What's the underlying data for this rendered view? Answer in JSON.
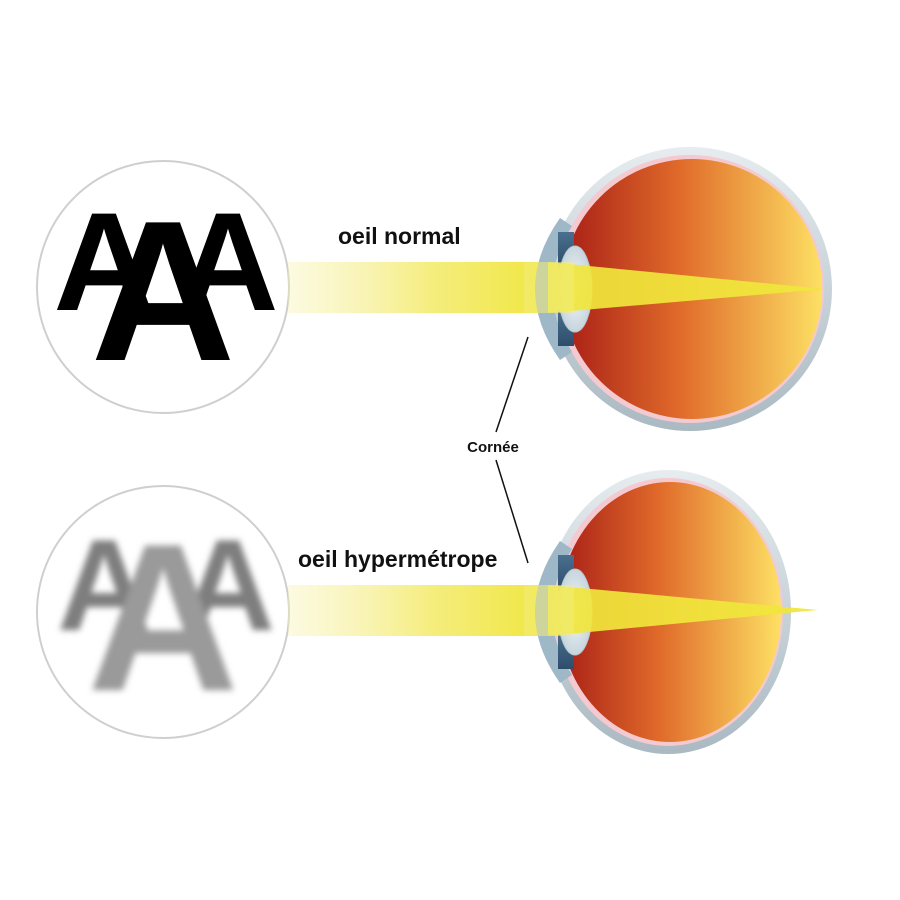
{
  "labels": {
    "normal": "oeil normal",
    "hyperopic": "oeil hypermétrope",
    "cornea": "Cornée"
  },
  "chart_letters": [
    "A",
    "A",
    "A"
  ],
  "colors": {
    "light_beam": "#f2e84a",
    "sharp_letters": "#000000",
    "blurred_letters": "#8a8a8a",
    "eye_inner_dark": "#b3241a",
    "eye_inner_light": "#fbd85a",
    "eye_outer": "#b9c7cf"
  }
}
